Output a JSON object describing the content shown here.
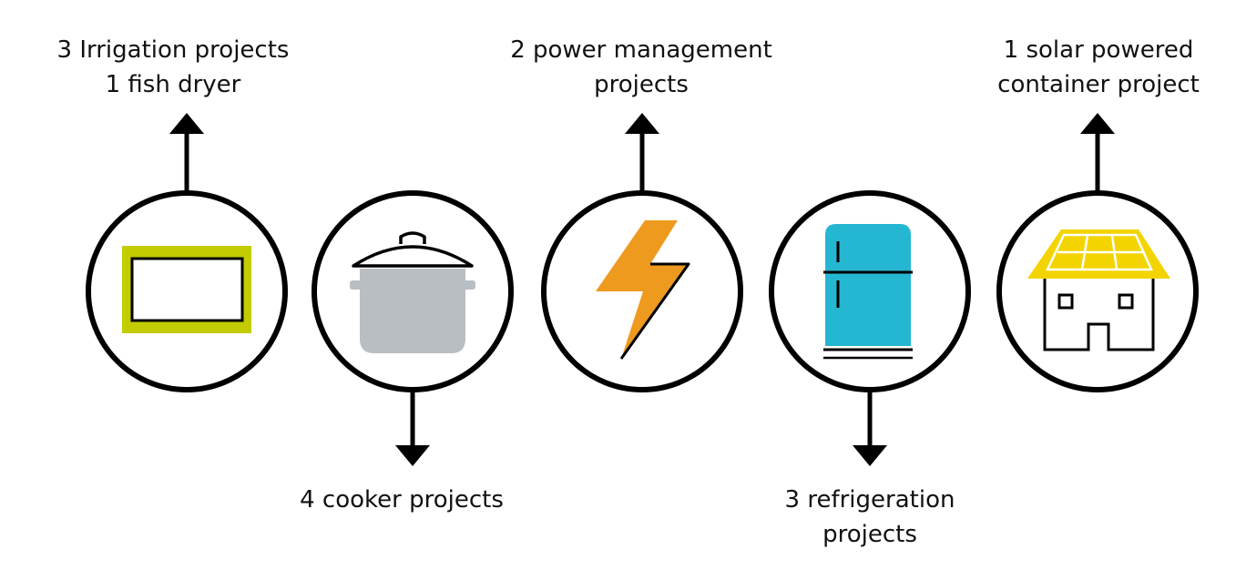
{
  "items": [
    {
      "name": "irrigation",
      "lines": [
        "3 Irrigation projects",
        "1 fish dryer"
      ]
    },
    {
      "name": "cooker",
      "lines": [
        "4 cooker projects"
      ]
    },
    {
      "name": "power",
      "lines": [
        "2 power management",
        "projects"
      ]
    },
    {
      "name": "refrigeration",
      "lines": [
        "3 refrigeration",
        "projects"
      ]
    },
    {
      "name": "container",
      "lines": [
        "1 solar powered",
        "container project"
      ]
    }
  ],
  "icons": [
    "solar-panel-icon",
    "cooking-pot-icon",
    "lightning-bolt-icon",
    "refrigerator-icon",
    "solar-house-icon"
  ],
  "colors": {
    "outline": "#000000",
    "panel_frame": "#c2cc00",
    "pot": "#b9bec3",
    "bolt": "#ee9a1f",
    "fridge": "#25b6d2",
    "roof": "#f3d400"
  }
}
